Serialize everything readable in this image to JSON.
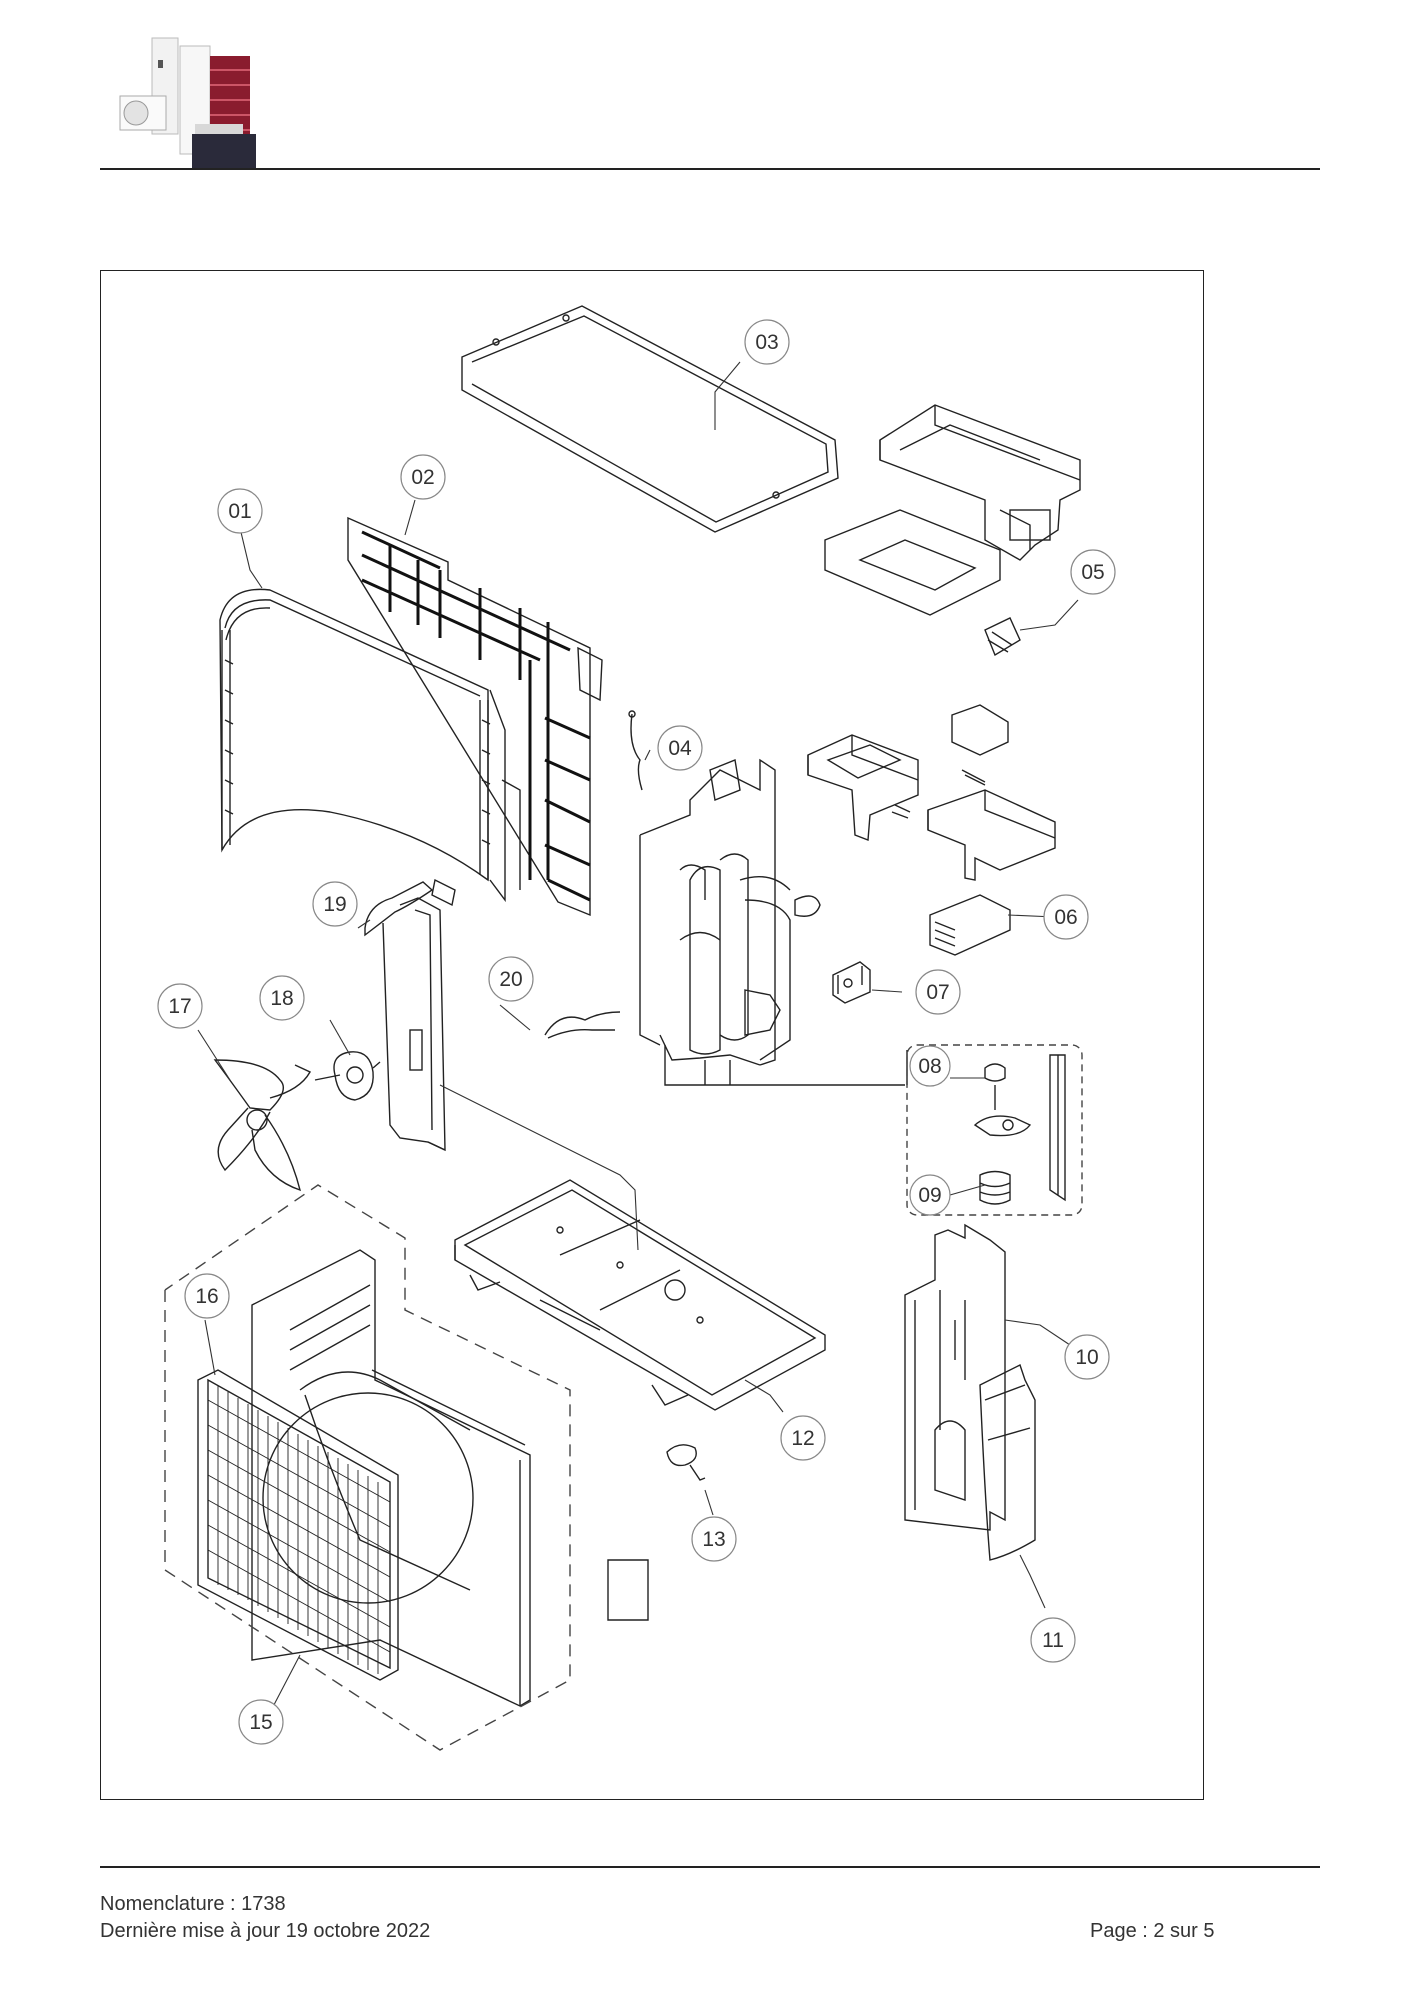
{
  "footer": {
    "nomenclature": "Nomenclature : 1738",
    "updated": "Dernière mise à jour 19 octobre 2022",
    "page": "Page : 2 sur 5"
  },
  "callouts": [
    "01",
    "02",
    "03",
    "04",
    "05",
    "06",
    "07",
    "08",
    "09",
    "10",
    "11",
    "12",
    "13",
    "15",
    "16",
    "17",
    "18",
    "19",
    "20"
  ],
  "colors": {
    "line": "#222222",
    "brand": "#8a1c2e",
    "dark_panel": "#2a2a3a"
  }
}
